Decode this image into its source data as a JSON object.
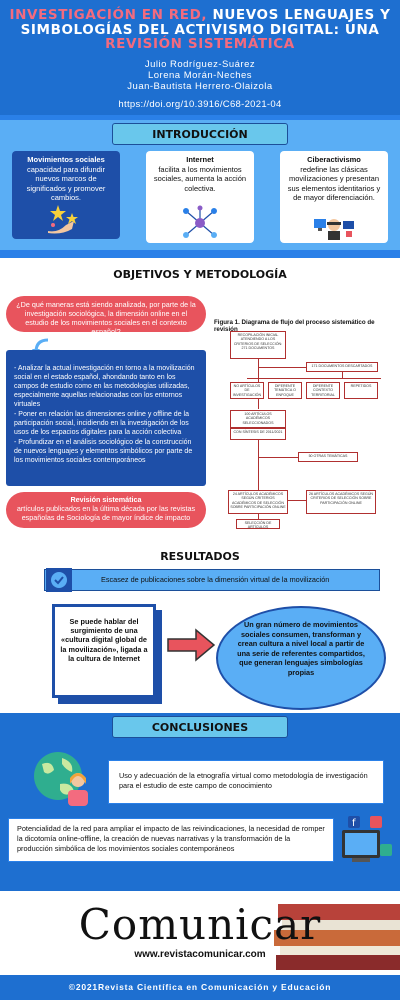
{
  "header": {
    "title_part1": "INVESTIGACIÓN EN RED,",
    "title_part2": " NUEVOS LENGUAJES Y SIMBOLOGÍAS DEL ACTIVISMO DIGITAL: UNA ",
    "title_part3": "REVISIÓN SISTEMÁTICA",
    "authors": [
      "Julio Rodríguez-Suárez",
      "Lorena Morán-Neches",
      "Juan-Bautista Herrero-Olaizola"
    ],
    "doi": "https://doi.org/10.3916/C68-2021-04"
  },
  "intro": {
    "title": "INTRODUCCIÓN",
    "cards": [
      {
        "heading": "Movimientos sociales",
        "text": "capacidad para difundir nuevos marcos de significados y promover cambios."
      },
      {
        "heading": "Internet",
        "text": "facilita a los movimientos sociales, aumenta la acción colectiva."
      },
      {
        "heading": "Ciberactivismo",
        "text": "redefine las clásicas movilizaciones y presentan sus elementos identitarios y de mayor diferenciación."
      }
    ]
  },
  "objetivos": {
    "title": "OBJETIVOS Y METODOLOGÍA",
    "question": "¿De qué maneras está siendo analizada, por parte de la investigación sociológica, la dimensión online en el estudio de los movimientos sociales en el contexto español?",
    "items": [
      "- Analizar la actual investigación en torno a la movilización social en el estado español, ahondando tanto en los campos de estudio como en las metodologías utilizadas, especialmente aquellas relacionadas con los entornos virtuales",
      "- Poner en relación las dimensiones online y offline de la participación social, incidiendo en la investigación de los usos de los espacios digitales para la acción colectiva",
      "- Profundizar en el análisis sociológico de la construcción de nuevos lenguajes y elementos simbólicos por parte de los movimientos sociales contemporáneos"
    ],
    "review_heading": "Revisión sistemática",
    "review_text": "artículos publicados en la última década por las revistas españolas de Sociología de mayor índice de impacto",
    "figure_title": "Figura 1. Diagrama de flujo del proceso sistemático de revisión",
    "flow": {
      "b1": "RECOPILACIÓN INICIAL ATENDIENDO A LOS CRITERIOS DE SELECCIÓN: 271 DOCUMENTOS",
      "b2": "171 DOCUMENTOS DESCARTADOS",
      "b3a": "NO ARTÍCULOS DE INVESTIGACIÓN",
      "b3b": "DIFERENTE TEMÁTICA O ENFOQUE",
      "b3c": "DIFERENTE CONTEXTO TERRITORIAL",
      "b3d": "REPETIDOS",
      "b4": "100 ARTÍCULOS ACADÉMICOS SELECCIONADOS",
      "b5": "CON SÍNTESIS DE 2011/2021",
      "b6": "50 OTRAS TEMÁTICAS",
      "b7": "24 ARTÍCULOS ACADÉMICOS SEGÚN CRITERIOS ACADÉMICOS DE SELECCIÓN SOBRE PARTICIPACIÓN ONLINE",
      "b8": "26 ARTÍCULOS ACADÉMICOS SEGÚN CRITERIOS DE SELECCIÓN SOBRE PARTICIPACIÓN ONLINE",
      "b9": "SELECCIÓN DE ARTÍCULOS"
    }
  },
  "resultados": {
    "title": "RESULTADOS",
    "bar": "Escasez de publicaciones sobre la dimensión virtual de la movilización",
    "doc_text": "Se puede hablar del surgimiento de una «cultura digital global de la movilización», ligada a la cultura de Internet",
    "circle_text": "Un gran número de movimientos sociales consumen, transforman y crean cultura a nivel local a partir de una serie de referentes compartidos, que generan lenguajes simbologías propias"
  },
  "conclusiones": {
    "title": "CONCLUSIONES",
    "c1": "Uso y adecuación de la etnografía virtual como metodología de investigación para el estudio de este campo de conocimiento",
    "c2": "Potencialidad de la red para ampliar el impacto de las reivindicaciones, la necesidad de romper la dicotomía online-offline, la creación de nuevas narrativas y la transformación de la producción simbólica de los movimientos sociales contemporáneos"
  },
  "footer": {
    "logo": "Comunicar",
    "site": "www.revistacomunicar.com",
    "bar": "©2021Revista Científica en Comunicación y Educación"
  },
  "colors": {
    "header": "#1e6fd0",
    "accent_pink": "#f36b7f",
    "bubble_red": "#e8545d",
    "dark_blue": "#1e4fa8",
    "light_blue": "#5aaef5"
  }
}
